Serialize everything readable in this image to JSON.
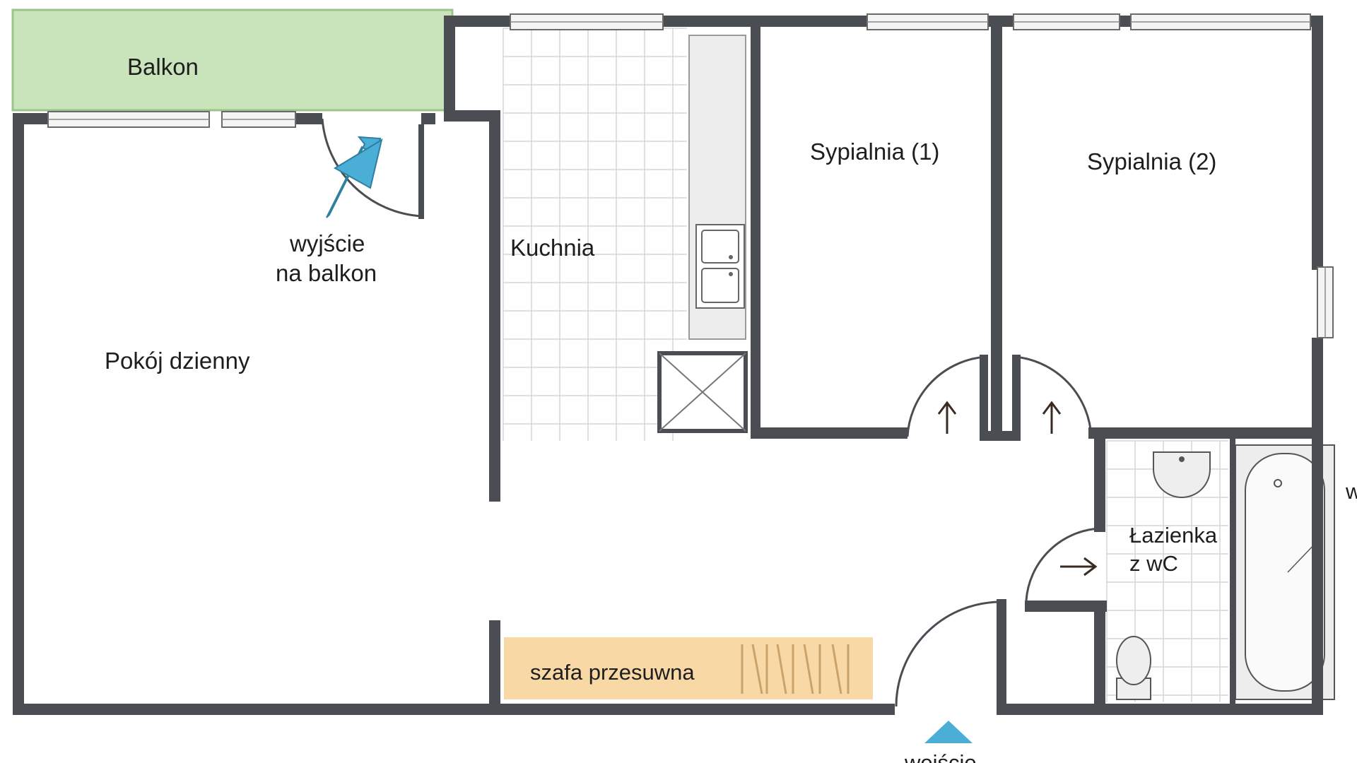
{
  "rooms": {
    "balcony": "Balkon",
    "living_room": "Pokój dzienny",
    "kitchen": "Kuchnia",
    "bedroom1": "Sypialnia (1)",
    "bedroom2": "Sypialnia (2)",
    "bathroom_line1": "Łazienka",
    "bathroom_line2": "z wC"
  },
  "annotations": {
    "balcony_exit_line1": "wyjście",
    "balcony_exit_line2": "na balkon",
    "wardrobe": "szafa przesuwna",
    "entrance": "wejście",
    "edge_fragment": "w"
  },
  "colors": {
    "balcony_fill": "#c9e3bb",
    "wardrobe_fill": "#f8d9a6",
    "wall": "#4a4d52",
    "arrow_blue": "#4aaed6",
    "door_arrow": "#3a2a22"
  }
}
